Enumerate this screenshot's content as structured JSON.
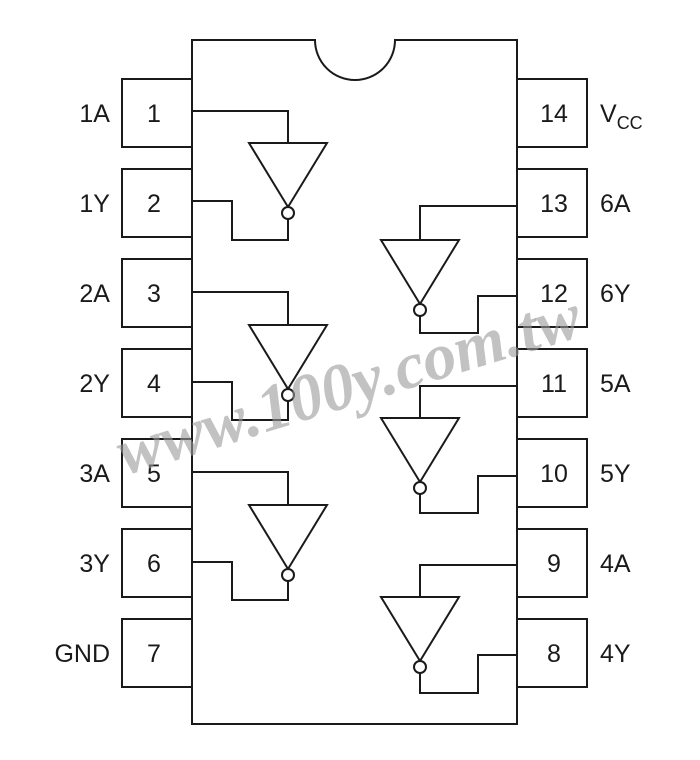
{
  "chip": {
    "left_pins": [
      {
        "number": "1",
        "name": "1A"
      },
      {
        "number": "2",
        "name": "1Y"
      },
      {
        "number": "3",
        "name": "2A"
      },
      {
        "number": "4",
        "name": "2Y"
      },
      {
        "number": "5",
        "name": "3A"
      },
      {
        "number": "6",
        "name": "3Y"
      },
      {
        "number": "7",
        "name": "GND"
      }
    ],
    "right_pins": [
      {
        "number": "14",
        "name": "V",
        "subscript": "CC"
      },
      {
        "number": "13",
        "name": "6A"
      },
      {
        "number": "12",
        "name": "6Y"
      },
      {
        "number": "11",
        "name": "5A"
      },
      {
        "number": "10",
        "name": "5Y"
      },
      {
        "number": "9",
        "name": "4A"
      },
      {
        "number": "8",
        "name": "4Y"
      }
    ],
    "gates": [
      {
        "input_pin": "1",
        "output_pin": "2"
      },
      {
        "input_pin": "3",
        "output_pin": "4"
      },
      {
        "input_pin": "5",
        "output_pin": "6"
      },
      {
        "input_pin": "13",
        "output_pin": "12"
      },
      {
        "input_pin": "11",
        "output_pin": "10"
      },
      {
        "input_pin": "9",
        "output_pin": "8"
      }
    ]
  },
  "watermark": "www.100y.com.tw",
  "colors": {
    "line": "#1a1a1a",
    "watermark": "#9a9a9a",
    "background": "#ffffff"
  }
}
